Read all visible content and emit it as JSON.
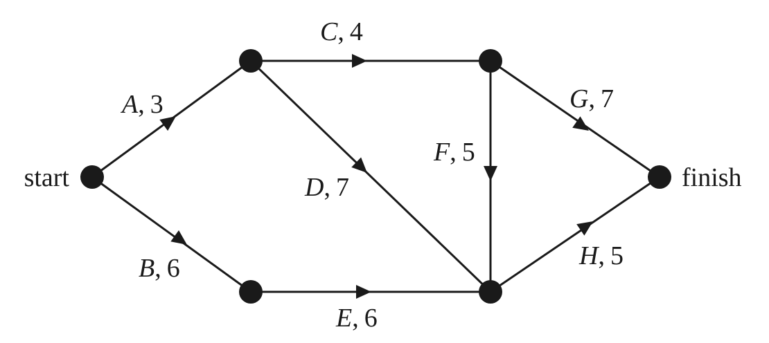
{
  "diagram": {
    "nodes": [
      {
        "id": "start",
        "label": "start"
      },
      {
        "id": "n1",
        "label": ""
      },
      {
        "id": "n2",
        "label": ""
      },
      {
        "id": "n3",
        "label": ""
      },
      {
        "id": "n4",
        "label": ""
      },
      {
        "id": "finish",
        "label": "finish"
      }
    ],
    "edges": [
      {
        "id": "A",
        "letter": "A",
        "sep": ",",
        "weight": "3",
        "from": "start",
        "to": "n1"
      },
      {
        "id": "B",
        "letter": "B",
        "sep": ",",
        "weight": "6",
        "from": "start",
        "to": "n3"
      },
      {
        "id": "C",
        "letter": "C",
        "sep": ",",
        "weight": "4",
        "from": "n1",
        "to": "n2"
      },
      {
        "id": "D",
        "letter": "D",
        "sep": ",",
        "weight": "7",
        "from": "n1",
        "to": "n4"
      },
      {
        "id": "E",
        "letter": "E",
        "sep": ",",
        "weight": "6",
        "from": "n3",
        "to": "n4"
      },
      {
        "id": "F",
        "letter": "F",
        "sep": ",",
        "weight": "5",
        "from": "n2",
        "to": "n4"
      },
      {
        "id": "G",
        "letter": "G",
        "sep": ",",
        "weight": "7",
        "from": "n2",
        "to": "finish"
      },
      {
        "id": "H",
        "letter": "H",
        "sep": ",",
        "weight": "5",
        "from": "n4",
        "to": "finish"
      }
    ]
  }
}
